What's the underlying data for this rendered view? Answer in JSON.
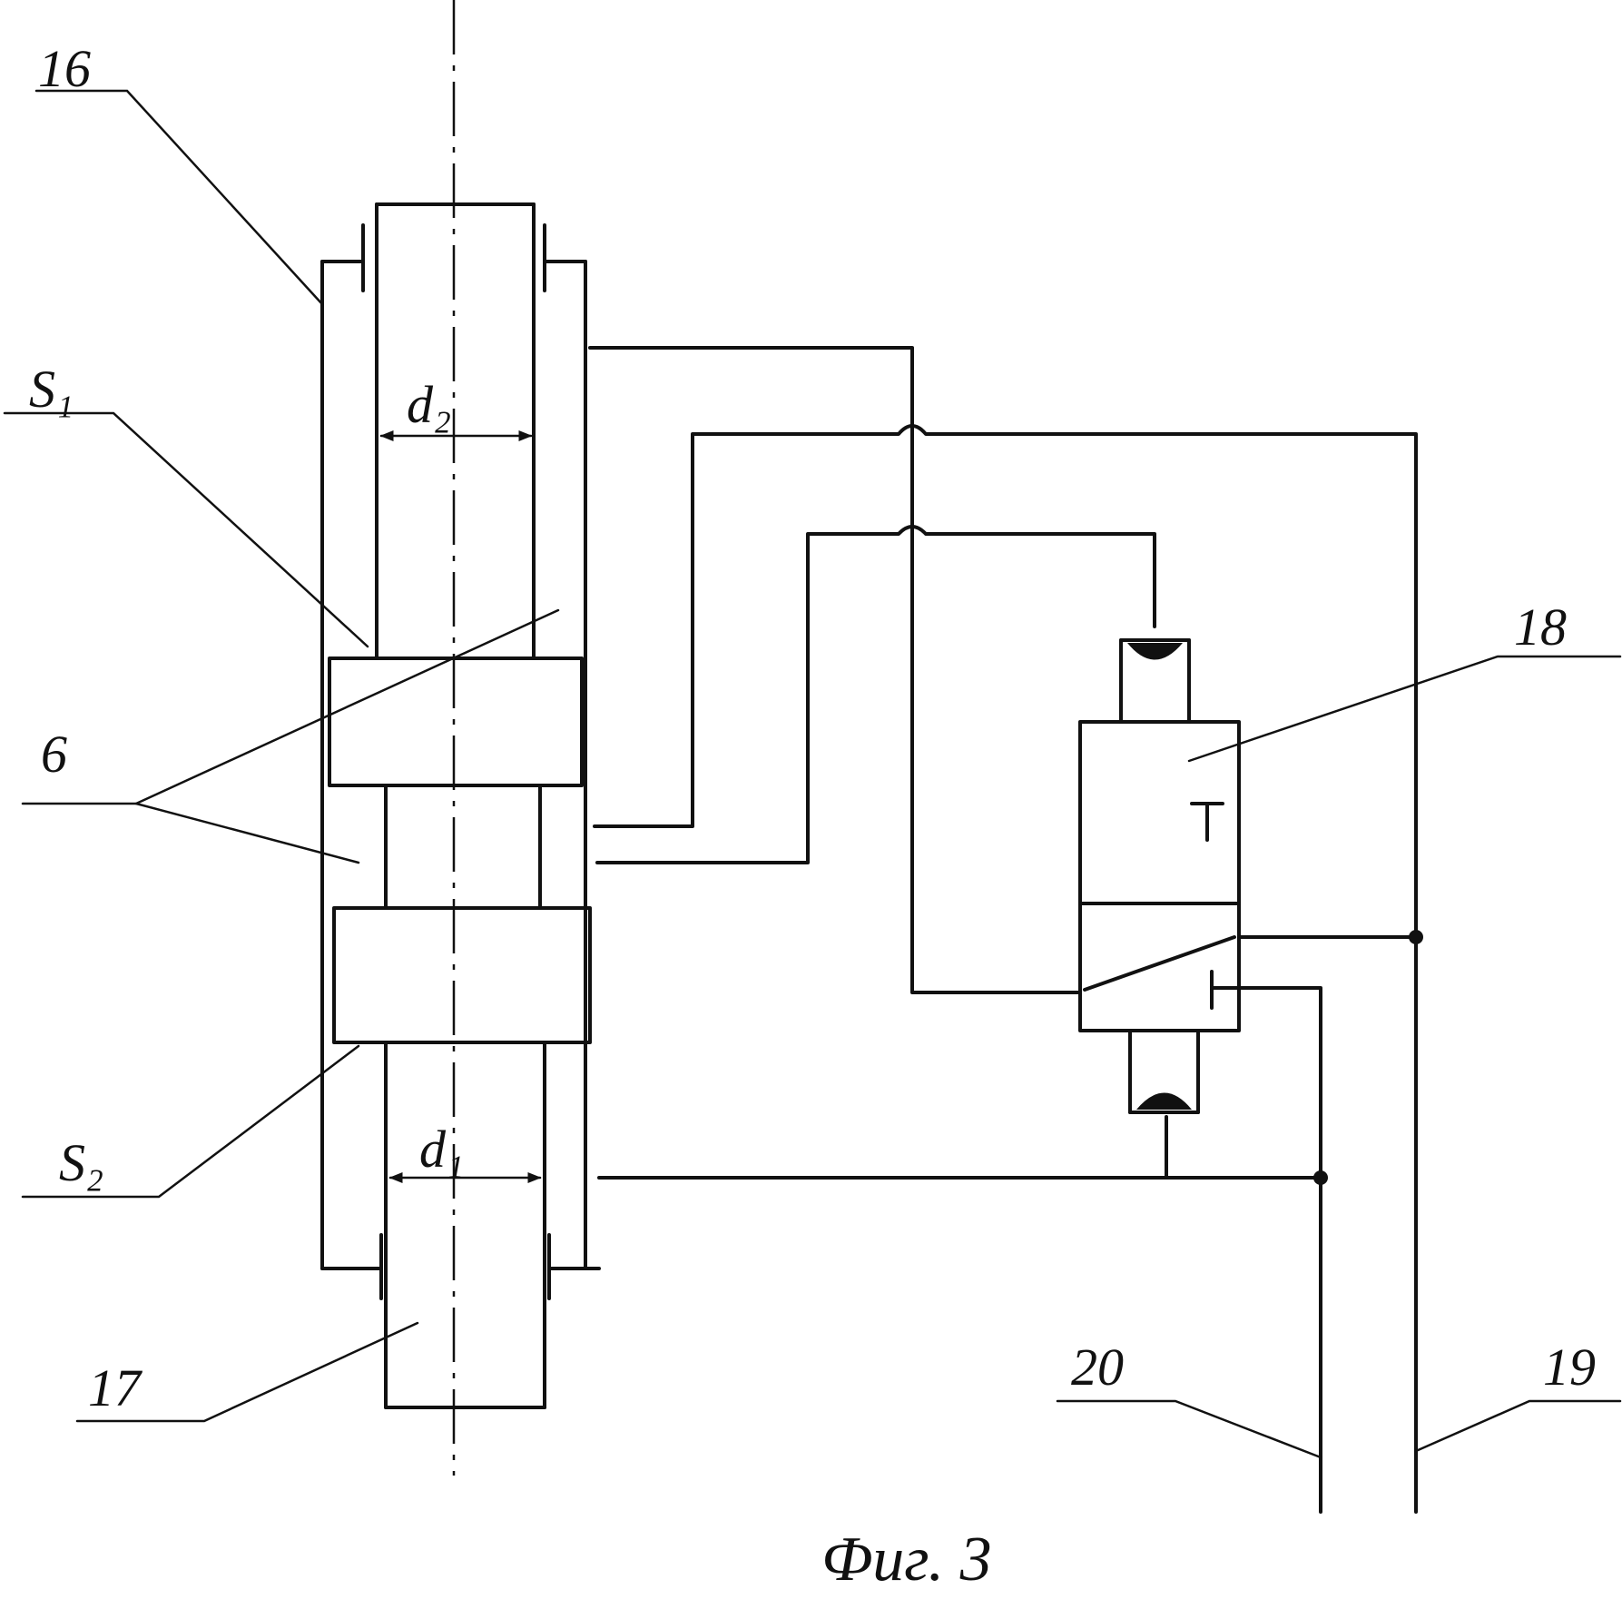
{
  "labels": {
    "l16": "16",
    "s1": "S₁",
    "l6": "6",
    "s2": "S₂",
    "l17": "17",
    "l18": "18",
    "l19": "19",
    "l20": "20",
    "d2": "d₂",
    "d1": "d₁"
  },
  "caption": "Фиг. 3"
}
